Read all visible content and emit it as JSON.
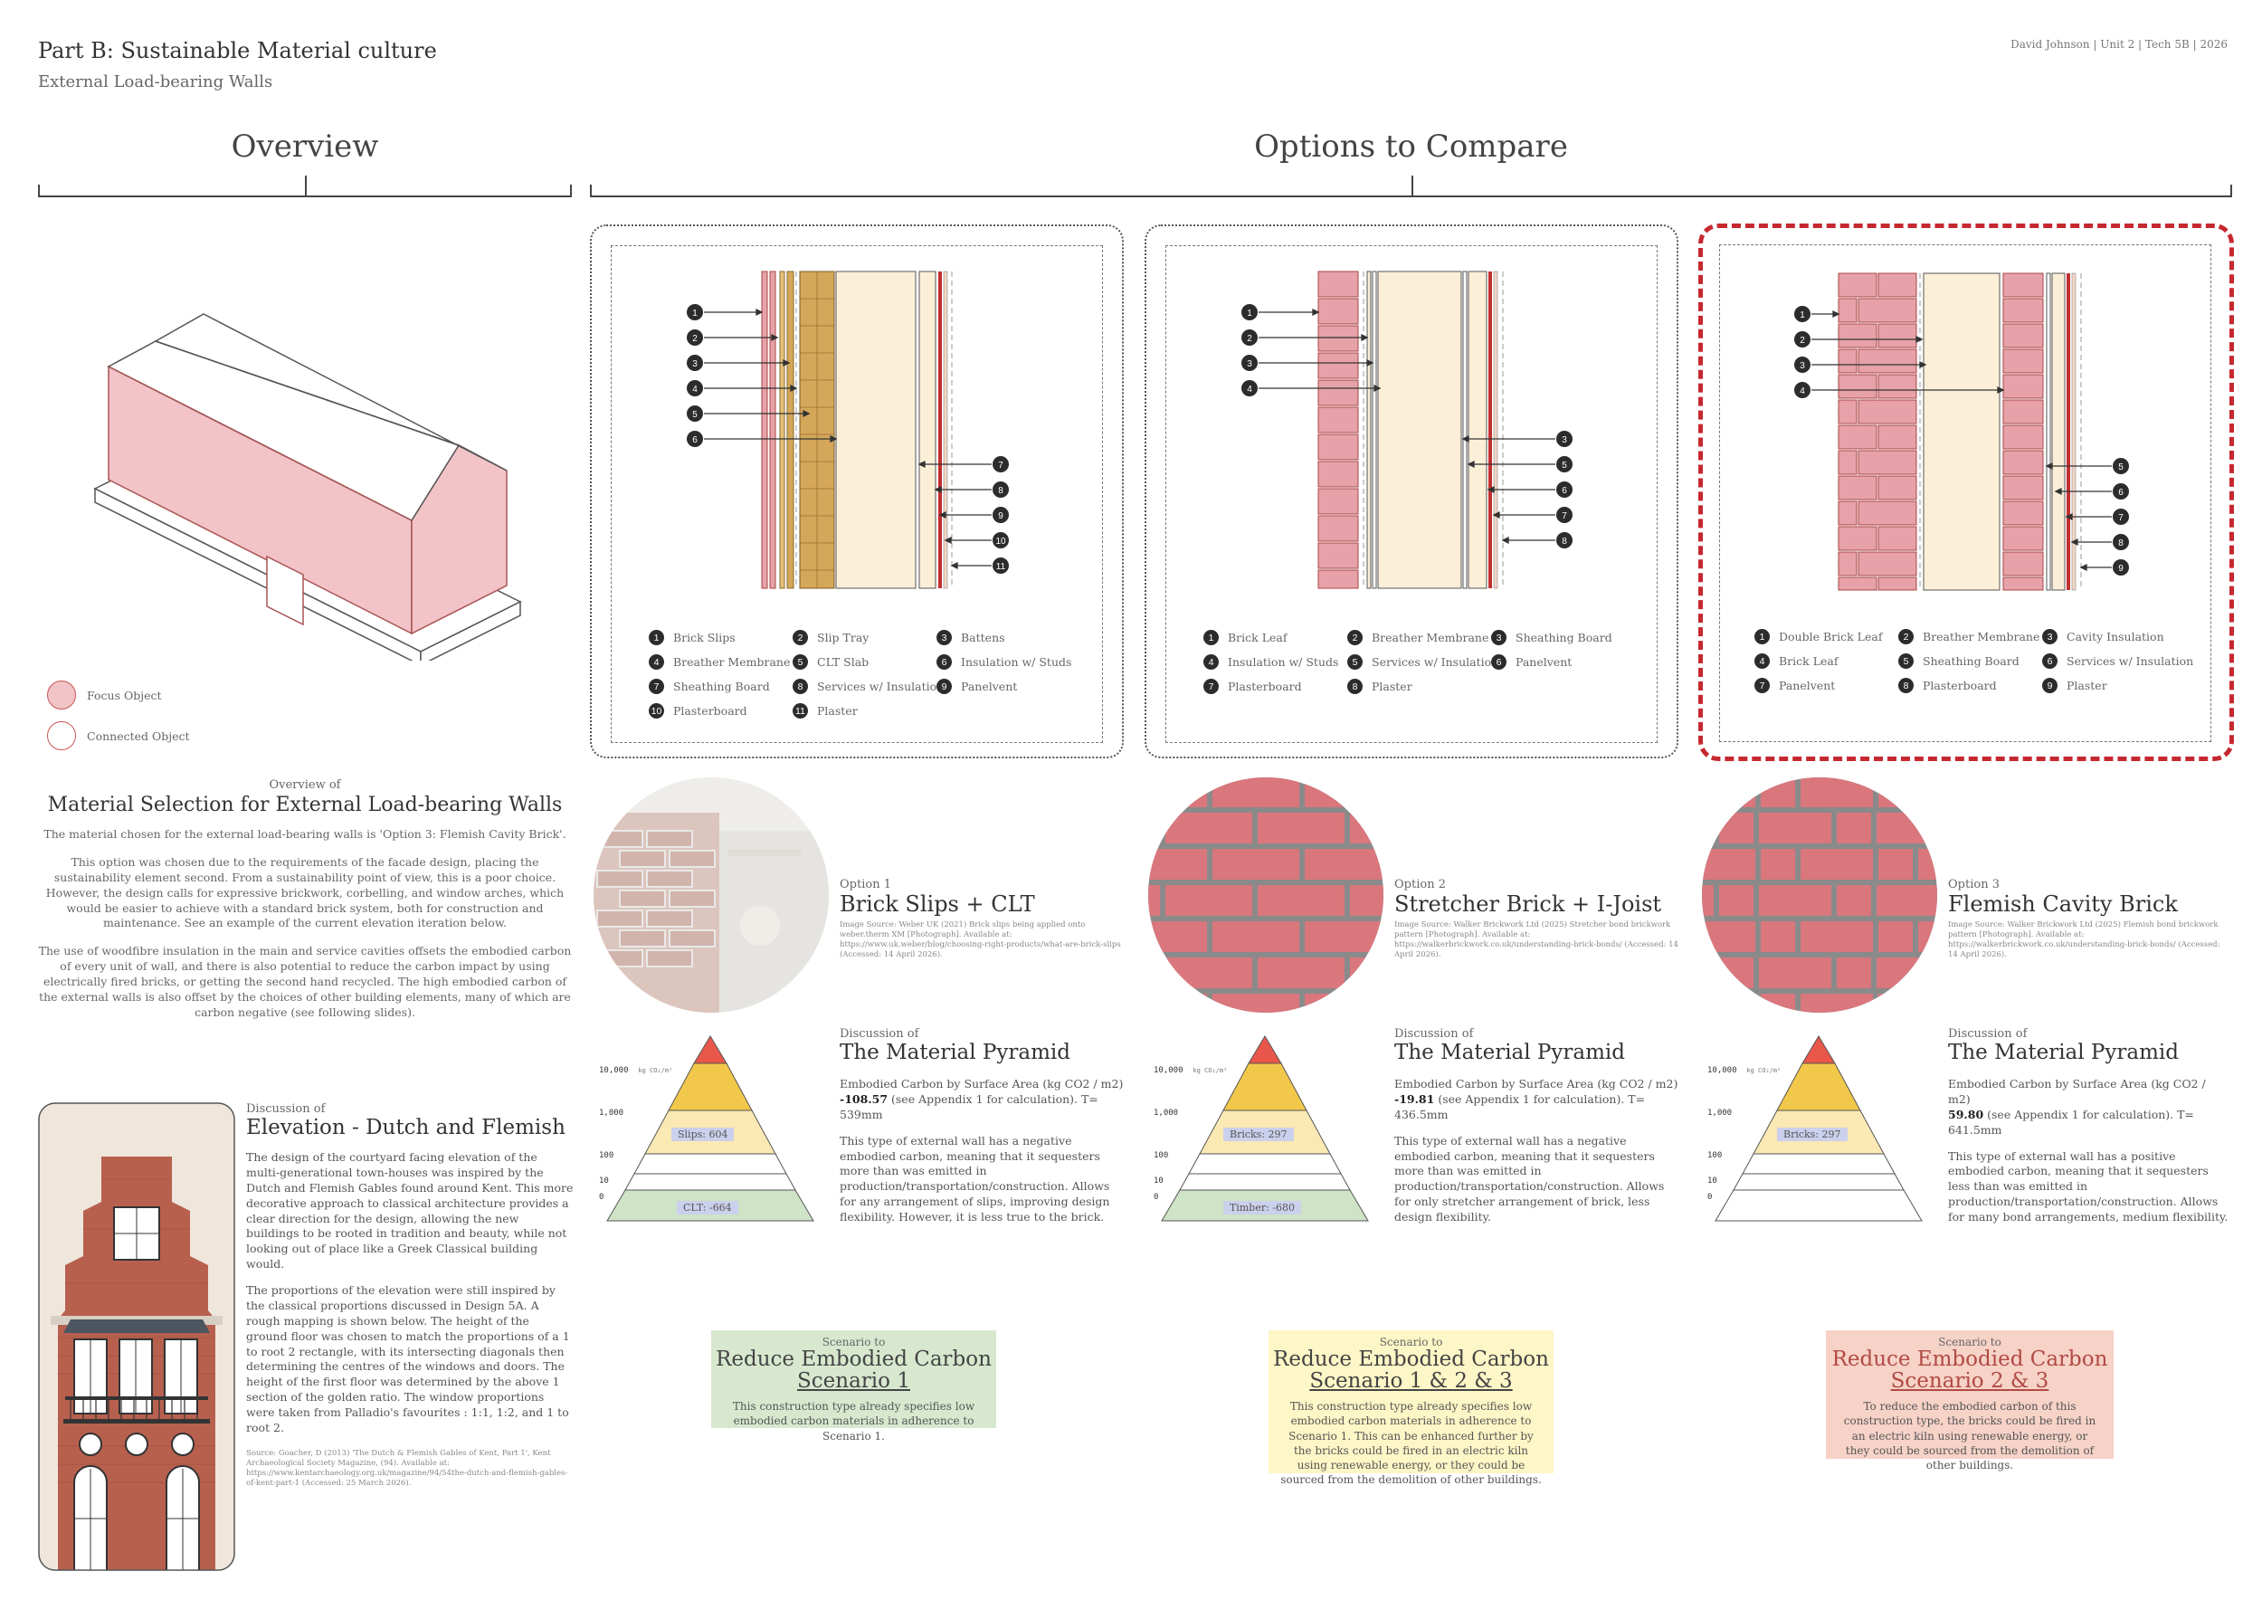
{
  "header": {
    "title": "Part B: Sustainable Material culture",
    "subtitle": "External Load-bearing Walls",
    "author": "David Johnson  |  Unit 2  |  Tech 5B  |  2026"
  },
  "sections": {
    "overview": "Overview",
    "options": "Options to Compare"
  },
  "key": {
    "focus": "Focus Object",
    "connected": "Connected Object"
  },
  "colors": {
    "brick": "#e6a2a8",
    "brick_light": "#f2c7ca",
    "selected": "#c62830",
    "timber": "#d5a75a",
    "insulation": "#fcefd8",
    "membrane": "#c23030"
  },
  "overview": {
    "small": "Overview of",
    "big": "Material Selection for External Load-bearing Walls",
    "p1": "The material chosen for the external load-bearing walls is 'Option 3: Flemish Cavity Brick'.",
    "p2": "This option was chosen due to the requirements of the facade design, placing the sustainability element second. From a sustainability point of view, this is a poor choice. However, the design calls for expressive brickwork, corbelling, and window arches, which would be easier to achieve with a standard brick system, both for construction and maintenance. See an example of the current elevation iteration below.",
    "p3": "The use of woodfibre insulation in the main and service cavities offsets the embodied carbon of every unit of wall, and there is also potential to reduce the carbon impact by using electrically fired bricks, or getting the second hand recycled. The high embodied carbon of the external walls is also offset by the choices of other building elements, many of which are carbon negative (see following slides)."
  },
  "elevation": {
    "small": "Discussion of",
    "big": "Elevation - Dutch and Flemish",
    "p1": "The design of the courtyard facing elevation of the multi-generational town-houses was inspired by the Dutch and Flemish Gables found around Kent. This more decorative approach to classical architecture provides a clear direction for the design, allowing the new buildings to be rooted in tradition and beauty, while not looking out of place like a Greek Classical building would.",
    "p2": "The proportions of the elevation were still inspired by the classical proportions discussed in Design 5A. A rough mapping is shown below. The height of the ground floor was chosen to match the proportions of a 1 to root 2 rectangle, with its intersecting diagonals then determining the centres of the windows and doors. The height of the first floor was determined by the above 1 section of the golden ratio. The window proportions were taken from Palladio's favourites : 1:1, 1:2, and 1 to root 2.",
    "source": "Source: Goacher, D (2013) 'The Dutch & Flemish Gables of Kent, Part 1', Kent Archaeological Society Magazine, (94). Available at: https://www.kentarchaeology.org.uk/magazine/94/54the-dutch-and-flemish-gables-of-kent-part-1 (Accessed: 25 March 2026)."
  },
  "pyramid_labels": {
    "y10000": "10,000",
    "unit": "kg CO₂/m²",
    "y1000": "1,000",
    "y100": "100",
    "y10": "10",
    "y0": "0"
  },
  "options": [
    {
      "legend": [
        {
          "n": "1",
          "t": "Brick Slips"
        },
        {
          "n": "2",
          "t": "Slip Tray"
        },
        {
          "n": "3",
          "t": "Battens"
        },
        {
          "n": "4",
          "t": "Breather Membrane"
        },
        {
          "n": "5",
          "t": "CLT Slab"
        },
        {
          "n": "6",
          "t": "Insulation w/ Studs"
        },
        {
          "n": "7",
          "t": "Sheathing Board"
        },
        {
          "n": "8",
          "t": "Services w/ Insulation"
        },
        {
          "n": "9",
          "t": "Panelvent"
        },
        {
          "n": "10",
          "t": "Plasterboard"
        },
        {
          "n": "11",
          "t": "Plaster"
        }
      ],
      "label_small": "Option 1",
      "label_big": "Brick Slips + CLT",
      "source": "Image Source: Weber UK (2021) Brick slips being applied onto weber.therm XM [Photograph]. Available at: https://www.uk.weber/blog/choosing-right-products/what-are-brick-slips (Accessed: 14 April 2026).",
      "disc_small": "Discussion of",
      "disc_big": "The Material Pyramid",
      "ec_label": "Embodied Carbon by Surface Area (kg CO2 / m2)",
      "ec_value": "-108.57",
      "ec_rest": " (see Appendix 1 for calculation). T= 539mm",
      "body": "This type of external wall has a negative embodied carbon, meaning that it sequesters more than was emitted in production/transportation/construction. Allows for any arrangement of slips, improving design flexibility. However, it is less true to the brick.",
      "tag1": "Slips: 604",
      "tag2": "CLT: -664",
      "scn_small": "Scenario to",
      "scn_big1": "Reduce Embodied Carbon",
      "scn_big2": "Scenario 1",
      "scn_body": "This construction type already specifies low embodied carbon materials in adherence to Scenario 1."
    },
    {
      "legend": [
        {
          "n": "1",
          "t": "Brick Leaf"
        },
        {
          "n": "2",
          "t": "Breather Membrane"
        },
        {
          "n": "3",
          "t": "Sheathing Board"
        },
        {
          "n": "4",
          "t": "Insulation w/ Studs"
        },
        {
          "n": "5",
          "t": "Services w/ Insulation"
        },
        {
          "n": "6",
          "t": "Panelvent"
        },
        {
          "n": "7",
          "t": "Plasterboard"
        },
        {
          "n": "8",
          "t": "Plaster"
        }
      ],
      "label_small": "Option 2",
      "label_big": "Stretcher Brick + I-Joist",
      "source": "Image Source: Walker Brickwork Ltd (2025) Stretcher bond brickwork pattern [Photograph]. Available at: https://walkerbrickwork.co.uk/understanding-brick-bonds/ (Accessed: 14 April 2026).",
      "disc_small": "Discussion of",
      "disc_big": "The Material Pyramid",
      "ec_label": "Embodied Carbon by Surface Area (kg CO2 / m2)",
      "ec_value": "-19.81",
      "ec_rest": " (see Appendix 1 for calculation). T= 436.5mm",
      "body": "This type of external wall has a negative embodied carbon, meaning that it sequesters more than was emitted in production/transportation/construction. Allows for only stretcher arrangement of brick, less design flexibility.",
      "tag1": "Bricks: 297",
      "tag2": "Timber: -680",
      "scn_small": "Scenario to",
      "scn_big1": "Reduce Embodied Carbon",
      "scn_big2": "Scenario 1 & 2 & 3",
      "scn_body": "This construction type already specifies low embodied carbon materials in adherence to Scenario 1. This can be enhanced further by the bricks could be fired in an electric kiln using renewable energy, or they could be sourced from the demolition of other buildings."
    },
    {
      "legend": [
        {
          "n": "1",
          "t": "Double Brick Leaf"
        },
        {
          "n": "2",
          "t": "Breather Membrane"
        },
        {
          "n": "3",
          "t": "Cavity Insulation"
        },
        {
          "n": "4",
          "t": "Brick Leaf"
        },
        {
          "n": "5",
          "t": "Sheathing Board"
        },
        {
          "n": "6",
          "t": "Services w/ Insulation"
        },
        {
          "n": "7",
          "t": "Panelvent"
        },
        {
          "n": "8",
          "t": "Plasterboard"
        },
        {
          "n": "9",
          "t": "Plaster"
        }
      ],
      "label_small": "Option 3",
      "label_big": "Flemish Cavity Brick",
      "source": "Image Source: Walker Brickwork Ltd (2025) Flemish bond brickwork pattern [Photograph]. Available at: https://walkerbrickwork.co.uk/understanding-brick-bonds/ (Accessed: 14 April 2026).",
      "disc_small": "Discussion of",
      "disc_big": "The Material Pyramid",
      "ec_label": "Embodied Carbon by Surface Area (kg CO2 / m2)",
      "ec_value": "59.80",
      "ec_rest": " (see Appendix 1 for calculation). T= 641.5mm",
      "body": "This type of external wall has a positive embodied carbon, meaning that it sequesters less than was emitted in production/transportation/construction. Allows for many bond arrangements, medium flexibility.",
      "tag1": "Bricks: 297",
      "tag2": "",
      "scn_small": "Scenario to",
      "scn_big1": "Reduce Embodied Carbon",
      "scn_big2": "Scenario 2 & 3",
      "scn_body": "To reduce the embodied carbon of this construction type, the bricks could be fired in an electric kiln using renewable energy, or they could be sourced from the demolition of other buildings."
    }
  ]
}
